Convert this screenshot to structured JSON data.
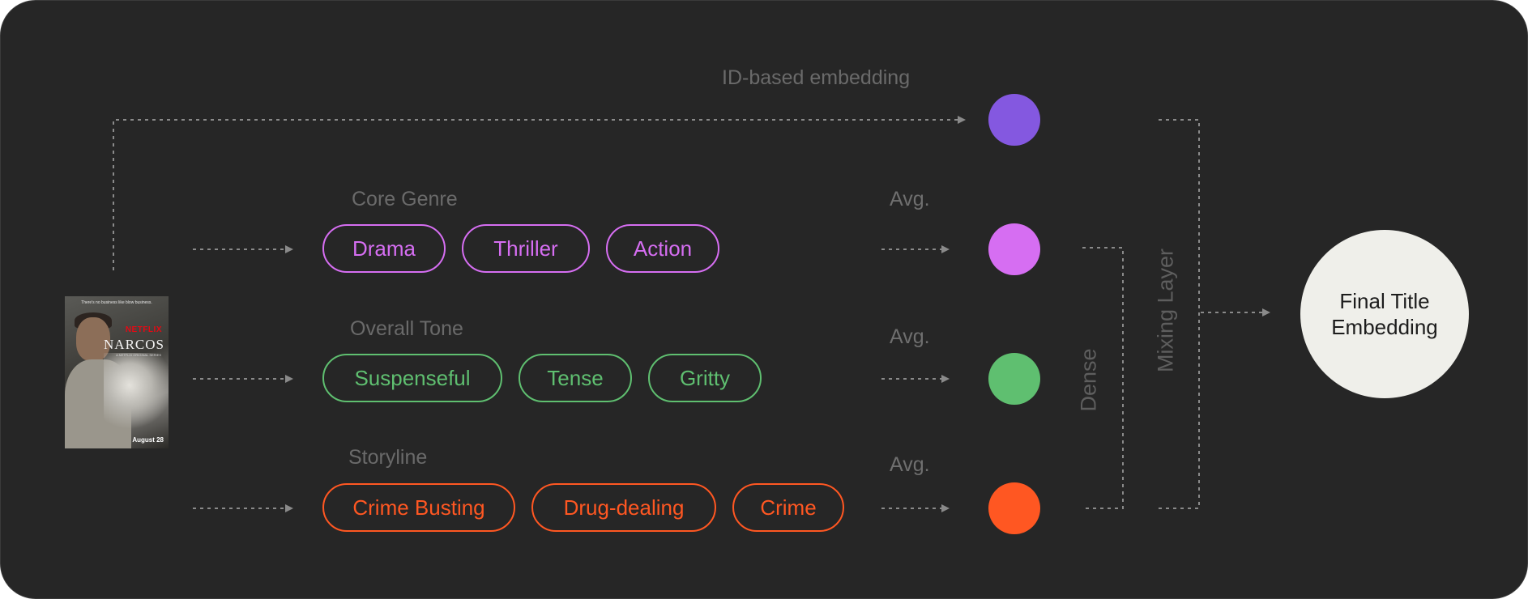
{
  "id_label": "ID-based embedding",
  "groups": [
    {
      "label": "Core Genre",
      "avg": "Avg.",
      "tags": [
        "Drama",
        "Thriller",
        "Action"
      ],
      "color": "#d66ef2"
    },
    {
      "label": "Overall Tone",
      "avg": "Avg.",
      "tags": [
        "Suspenseful",
        "Tense",
        "Gritty"
      ],
      "color": "#5fbf70"
    },
    {
      "label": "Storyline",
      "avg": "Avg.",
      "tags": [
        "Crime Busting",
        "Drug-dealing",
        "Crime"
      ],
      "color": "#ff5722"
    }
  ],
  "colors": {
    "id_dot": "#8458e0",
    "genre": "#d66ef2",
    "tone": "#5fbf70",
    "story": "#ff5722"
  },
  "dense_label": "Dense",
  "mixing_label": "Mixing Layer",
  "final": {
    "line1": "Final Title",
    "line2": "Embedding"
  },
  "poster": {
    "tagline": "There's no business like blow business.",
    "brand": "NETFLIX",
    "title": "NARCOS",
    "subtitle": "A NETFLIX ORIGINAL SERIES",
    "date": "August 28"
  }
}
